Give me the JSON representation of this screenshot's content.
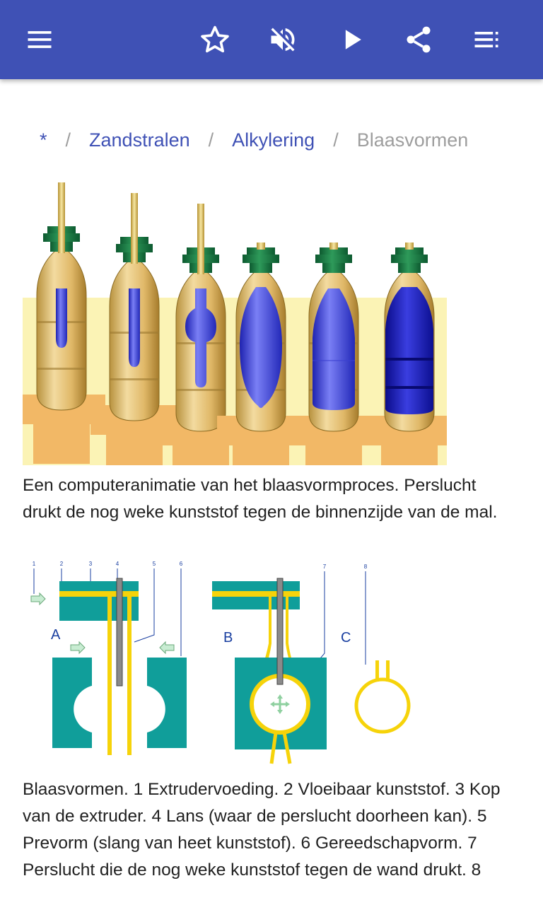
{
  "toolbar": {
    "menu_icon": "menu-icon",
    "favorite_icon": "star-outline-icon",
    "mute_icon": "volume-off-icon",
    "play_icon": "play-icon",
    "share_icon": "share-icon",
    "list_icon": "playlist-icon",
    "background_color": "#3f51b5"
  },
  "breadcrumb": {
    "items": [
      "*",
      "Zandstralen",
      "Alkylering"
    ],
    "separator": "/",
    "current": "Blaasvormen"
  },
  "figure1": {
    "caption": "Een computeranimatie van het blaasvormproces. Perslucht drukt de nog weke kunststof tegen de binnenzijde van de mal."
  },
  "figure2": {
    "labels": {
      "n1": "1",
      "n2": "2",
      "n3": "3",
      "n4": "4",
      "n5": "5",
      "n6": "6",
      "n7": "7",
      "n8": "8",
      "a": "A",
      "b": "B",
      "c": "C"
    },
    "caption": "Blaasvormen. 1 Extrudervoeding. 2 Vloeibaar kunststof. 3 Kop van de extruder. 4 Lans (waar de perslucht doorheen kan). 5 Prevorm (slang van heet kunststof). 6 Gereedschapvorm. 7 Perslucht die de nog weke kunststof tegen de wand drukt. 8"
  }
}
